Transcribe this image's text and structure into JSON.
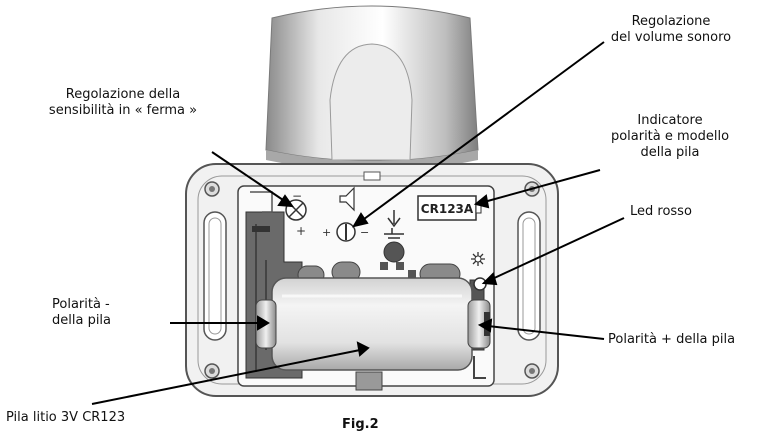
{
  "labels": {
    "sensitivity": [
      "Regolazione della",
      "sensibilità in « ferma »"
    ],
    "volume": [
      "Regolazione",
      "del volume sonoro"
    ],
    "indicator": [
      "Indicatore",
      "polarità e modello",
      "della pila"
    ],
    "led": "Led rosso",
    "neg_polarity": [
      "Polarità -",
      "della pila"
    ],
    "pos_polarity": "Polarità + della pila",
    "battery": "Pila litio 3V CR123",
    "figure": "Fig.2"
  },
  "device": {
    "battery_model_text": "CR123A",
    "symbols": {
      "minus": "−",
      "plus": "+"
    }
  },
  "colors": {
    "outline": "#555555",
    "body_fill": "#f1f1f1",
    "dark_panel": "#6a6a6a",
    "arrow": "#000000"
  }
}
